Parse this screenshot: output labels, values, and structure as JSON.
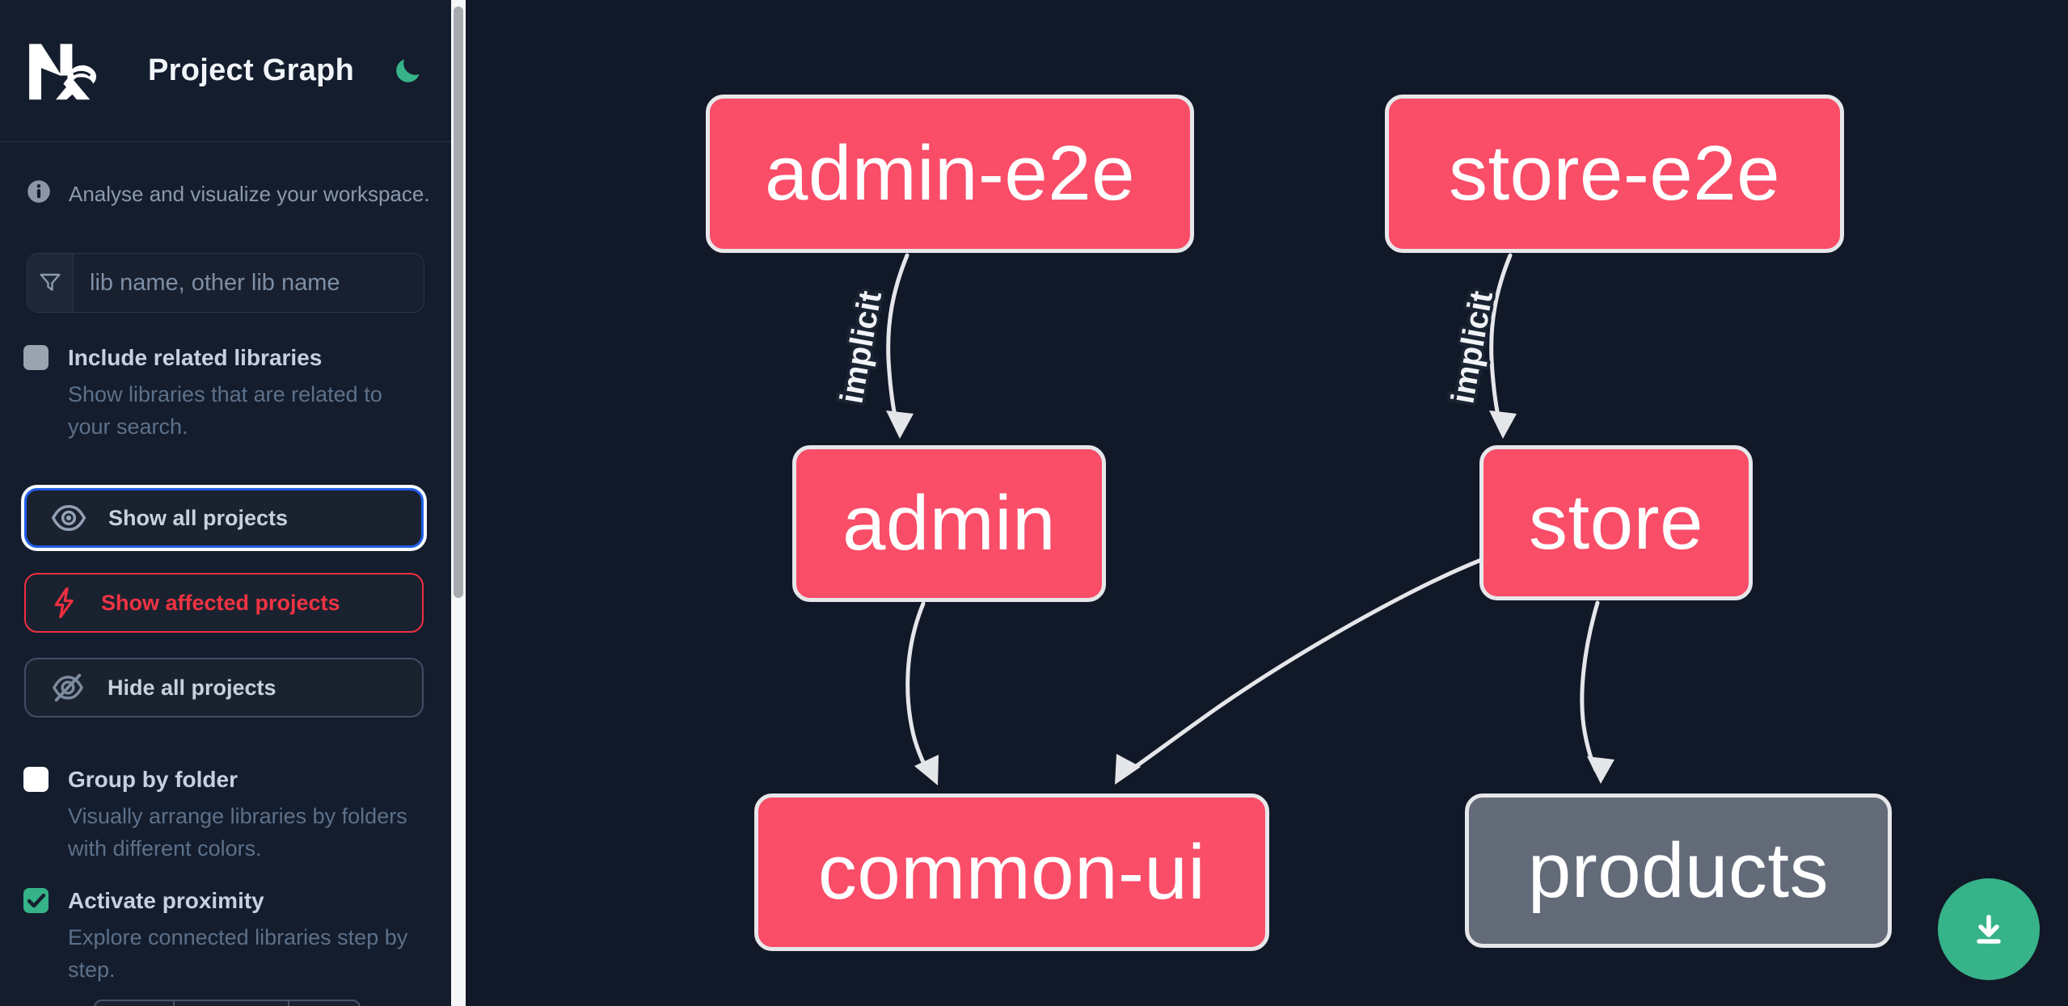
{
  "app": {
    "title": "Project Graph",
    "theme_icon": "moon-icon"
  },
  "sidebar": {
    "tagline": "Analyse and visualize your workspace.",
    "search": {
      "placeholder": "lib name, other lib name",
      "value": "",
      "icon": "filter-icon"
    },
    "checkbox_related": {
      "label": "Include related libraries",
      "description": "Show libraries that are related to your search.",
      "checked": false
    },
    "checkbox_group": {
      "label": "Group by folder",
      "description": "Visually arrange libraries by folders with different colors.",
      "checked": false
    },
    "checkbox_proximity": {
      "label": "Activate proximity",
      "description": "Explore connected libraries step by step.",
      "checked": true
    },
    "buttons": [
      {
        "label": "Show all projects",
        "icon": "eye-icon",
        "state": "focused"
      },
      {
        "label": "Show affected projects",
        "icon": "bolt-icon",
        "state": "affected"
      },
      {
        "label": "Hide all projects",
        "icon": "eye-off-icon",
        "state": "default"
      }
    ]
  },
  "graph": {
    "nodes": [
      {
        "id": "admin-e2e",
        "label": "admin-e2e",
        "color": "#f94d68"
      },
      {
        "id": "store-e2e",
        "label": "store-e2e",
        "color": "#f94d68"
      },
      {
        "id": "admin",
        "label": "admin",
        "color": "#f94d68"
      },
      {
        "id": "store",
        "label": "store",
        "color": "#f94d68"
      },
      {
        "id": "common-ui",
        "label": "common-ui",
        "color": "#f94d68"
      },
      {
        "id": "products",
        "label": "products",
        "color": "#636b78"
      }
    ],
    "edges": [
      {
        "from": "admin-e2e",
        "to": "admin",
        "label": "implicit"
      },
      {
        "from": "store-e2e",
        "to": "store",
        "label": "implicit"
      },
      {
        "from": "admin",
        "to": "common-ui",
        "label": ""
      },
      {
        "from": "store",
        "to": "common-ui",
        "label": ""
      },
      {
        "from": "store",
        "to": "products",
        "label": ""
      }
    ]
  },
  "fab": {
    "icon": "download-icon"
  },
  "colors": {
    "background": "#111827",
    "sidebar": "#141d2d",
    "node_pink": "#f94d68",
    "node_gray": "#636b78",
    "node_border": "#e6e7ea",
    "edge": "#e4e6e9",
    "accent_green": "#36b389",
    "focus_blue": "#2160e6",
    "affected_red": "#ef2f3f"
  }
}
